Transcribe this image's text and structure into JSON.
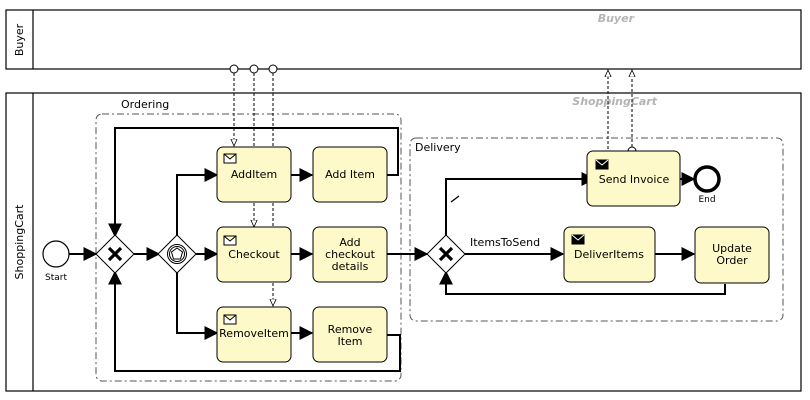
{
  "pools": {
    "buyer": {
      "lane_label": "Buyer",
      "watermark": "Buyer"
    },
    "shopping_cart": {
      "lane_label": "ShoppingCart",
      "watermark": "ShoppingCart"
    }
  },
  "groups": {
    "ordering": "Ordering",
    "delivery": "Delivery"
  },
  "events": {
    "start": "Start",
    "end": "End"
  },
  "tasks": {
    "add_item_msg": "AddItem",
    "add_item": "Add Item",
    "checkout_msg": "Checkout",
    "add_checkout_details": [
      "Add",
      "checkout",
      "details"
    ],
    "remove_item_msg": "RemoveItem",
    "remove_item": [
      "Remove",
      "Item"
    ],
    "send_invoice": "Send Invoice",
    "deliver_items": "DeliverItems",
    "update_order": [
      "Update",
      "Order"
    ]
  },
  "flow_labels": {
    "items_to_send": "ItemsToSend"
  },
  "colors": {
    "task_fill": "#fdf9c8",
    "watermark": "#b4b4b4"
  }
}
